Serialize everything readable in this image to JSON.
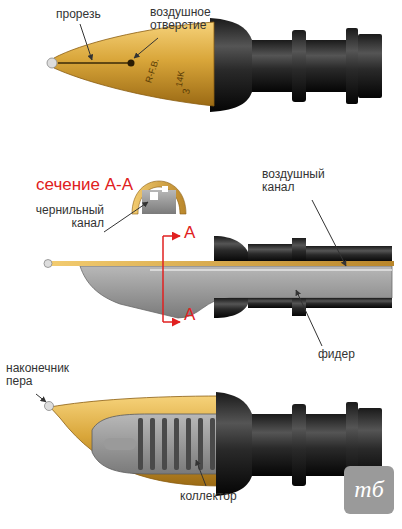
{
  "diagram": {
    "labels": [
      "прорезь",
      "воздушное отверстие",
      "R-F.B.",
      "14K",
      "3",
      "сечение А-А",
      "воздушный канал",
      "чернильный канал",
      "A",
      "A",
      "фидер",
      "наконечник пера",
      "коллектор",
      "тб"
    ]
  }
}
